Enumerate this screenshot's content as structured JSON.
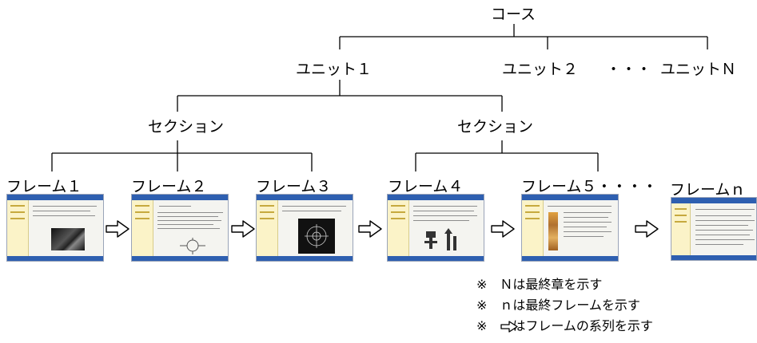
{
  "tree": {
    "root": "コース",
    "units": [
      "ユニット１",
      "ユニット２",
      "ユニットＮ"
    ],
    "unit_ellipsis": "・・・",
    "sections": [
      "セクション",
      "セクション"
    ],
    "frames": [
      "フレーム１",
      "フレーム２",
      "フレーム３",
      "フレーム４",
      "フレーム５・・・・",
      "フレームｎ"
    ]
  },
  "notes": [
    "※　Ｎは最終章を示す",
    "※　ｎは最終フレームを示す",
    "※　　はフレームの系列を示す"
  ],
  "colors": {
    "line": "#000000",
    "thumb_titlebar": "#2e5fb0",
    "thumb_sidebar": "#fbf3c8",
    "thumb_background": "#f4f4f0"
  },
  "icons": {
    "sequence_arrow": "hollow-right-arrow-icon"
  }
}
